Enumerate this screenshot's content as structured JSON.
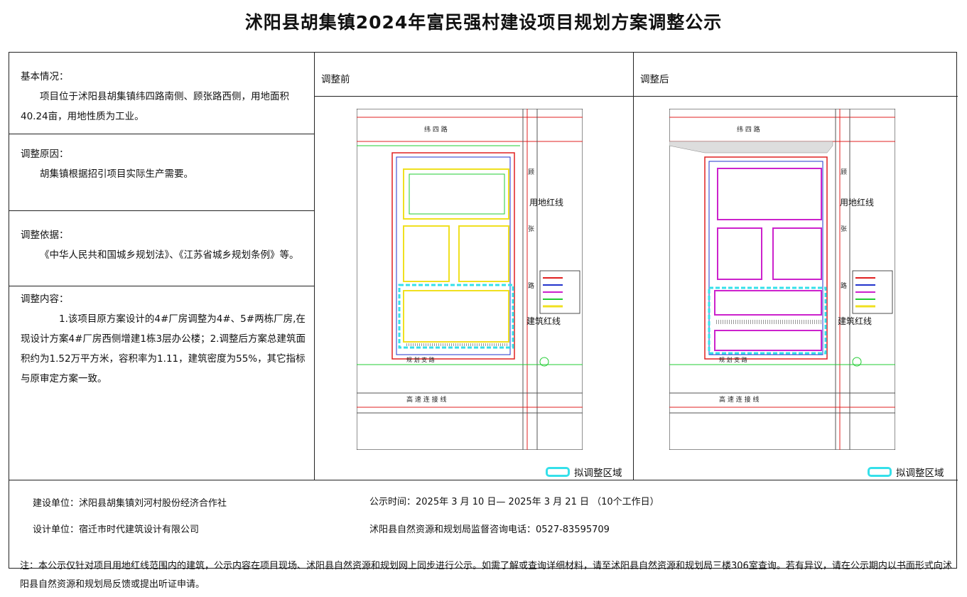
{
  "title": "沭阳县胡集镇2024年富民强村建设项目规划方案调整公示",
  "left": {
    "basic_head": "基本情况：",
    "basic_text": "项目位于沭阳县胡集镇纬四路南侧、顾张路西侧，用地面积40.24亩，用地性质为工业。",
    "reason_head": "调整原因：",
    "reason_text": "胡集镇根据招引项目实际生产需要。",
    "basis_head": "调整依据：",
    "basis_text": "《中华人民共和国城乡规划法》、《江苏省城乡规划条例》等。",
    "content_head": "调整内容：",
    "content_text": "1.该项目原方案设计的4#厂房调整为4#、5#两栋厂房,在现设计方案4#厂房西侧增建1栋3层办公楼；2.调整后方案总建筑面积约为1.52万平方米，容积率为1.11，建筑密度为55%，其它指标与原审定方案一致。"
  },
  "panels": {
    "before_title": "调整前",
    "after_title": "调整后",
    "legend_label": "拟调整区域"
  },
  "map": {
    "road_north": "纬  四  路",
    "road_east": [
      "顾",
      "张",
      "路"
    ],
    "road_south": "规  划  支  路",
    "road_highway": "高  速  连  接  线",
    "label_land_line": "用地红线",
    "label_building_line": "建筑红线",
    "colors": {
      "red": "#e02020",
      "green": "#22cc33",
      "yellow": "#f0e020",
      "magenta": "#cc22cc",
      "cyan": "#35e0ea",
      "blue": "#2233cc"
    }
  },
  "bottom": {
    "builder": "建设单位：沭阳县胡集镇刘河村股份经济合作社",
    "designer": "设计单位：宿迁市时代建筑设计有限公司",
    "period": "公示时间：2025年 3 月 10 日— 2025年 3 月 21 日 （10个工作日）",
    "hotline": "沭阳县自然资源和规划局监督咨询电话：0527-83595709"
  },
  "note": "注：本公示仅针对项目用地红线范围内的建筑，公示内容在项目现场、沭阳县自然资源和规划网上同步进行公示。如需了解或查询详细材料，请至沭阳县自然资源和规划局三楼306室查询。若有异议，请在公示期内以书面形式向沭阳县自然资源和规划局反馈或提出听证申请。"
}
